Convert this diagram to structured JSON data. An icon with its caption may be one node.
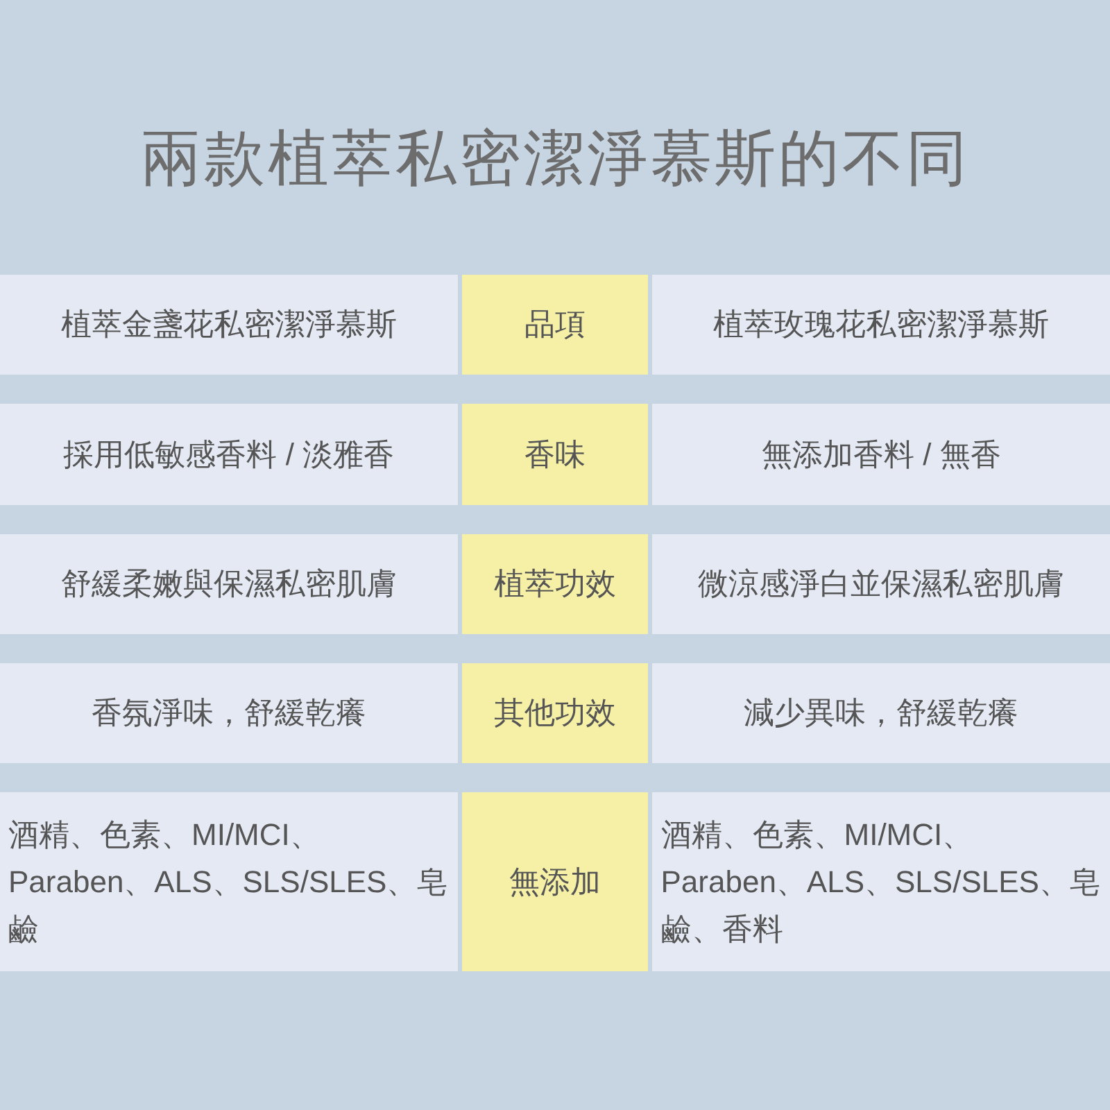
{
  "diagram": {
    "title": "兩款植萃私密潔淨慕斯的不同",
    "labels": [
      "植萃金盞花私密潔淨慕斯",
      "品項",
      "植萃玫瑰花私密潔淨慕斯",
      "採用低敏感香料 / 淡雅香",
      "香味",
      "無添加香料 / 無香",
      "舒緩柔嫩與保濕私密肌膚",
      "植萃功效",
      "微涼感淨白並保濕私密肌膚",
      "香氛淨味，舒緩乾癢",
      "其他功效",
      "減少異味，舒緩乾癢",
      "酒精、色素、MI/MCI、Paraben、ALS、SLS/SLES、皂鹼",
      "無添加",
      "酒精、色素、MI/MCI、Paraben、ALS、SLS/SLES、皂鹼、香料"
    ]
  }
}
